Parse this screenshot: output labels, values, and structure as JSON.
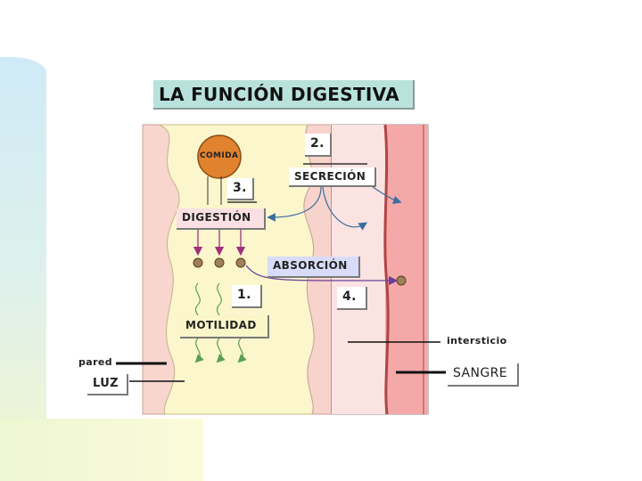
{
  "title": "LA FUNCIÓN DIGESTIVA",
  "labels": {
    "comida": "COMIDA",
    "secrecion": "SECRECIÓN",
    "digestion": "DIGESTIÓN",
    "absorcion": "ABSORCIÓN",
    "motilidad": "MOTILIDAD",
    "num1": "1.",
    "num2": "2.",
    "num3": "3.",
    "num4": "4.",
    "intersticio": "intersticio",
    "pared": "pared",
    "luz": "LUZ",
    "sangre": "SANGRE"
  },
  "colors": {
    "lumen": "#fbf6cc",
    "wall": "#f9d9d2",
    "interstitium": "#fbe3e1",
    "blood": "#f4a9a8",
    "food": "#e0822e",
    "digestion_arrows": "#a0307c",
    "secretion_arrows": "#3a6ea0",
    "absorption_arrow": "#6a3e9a",
    "motility_arrows": "#5aa055"
  }
}
